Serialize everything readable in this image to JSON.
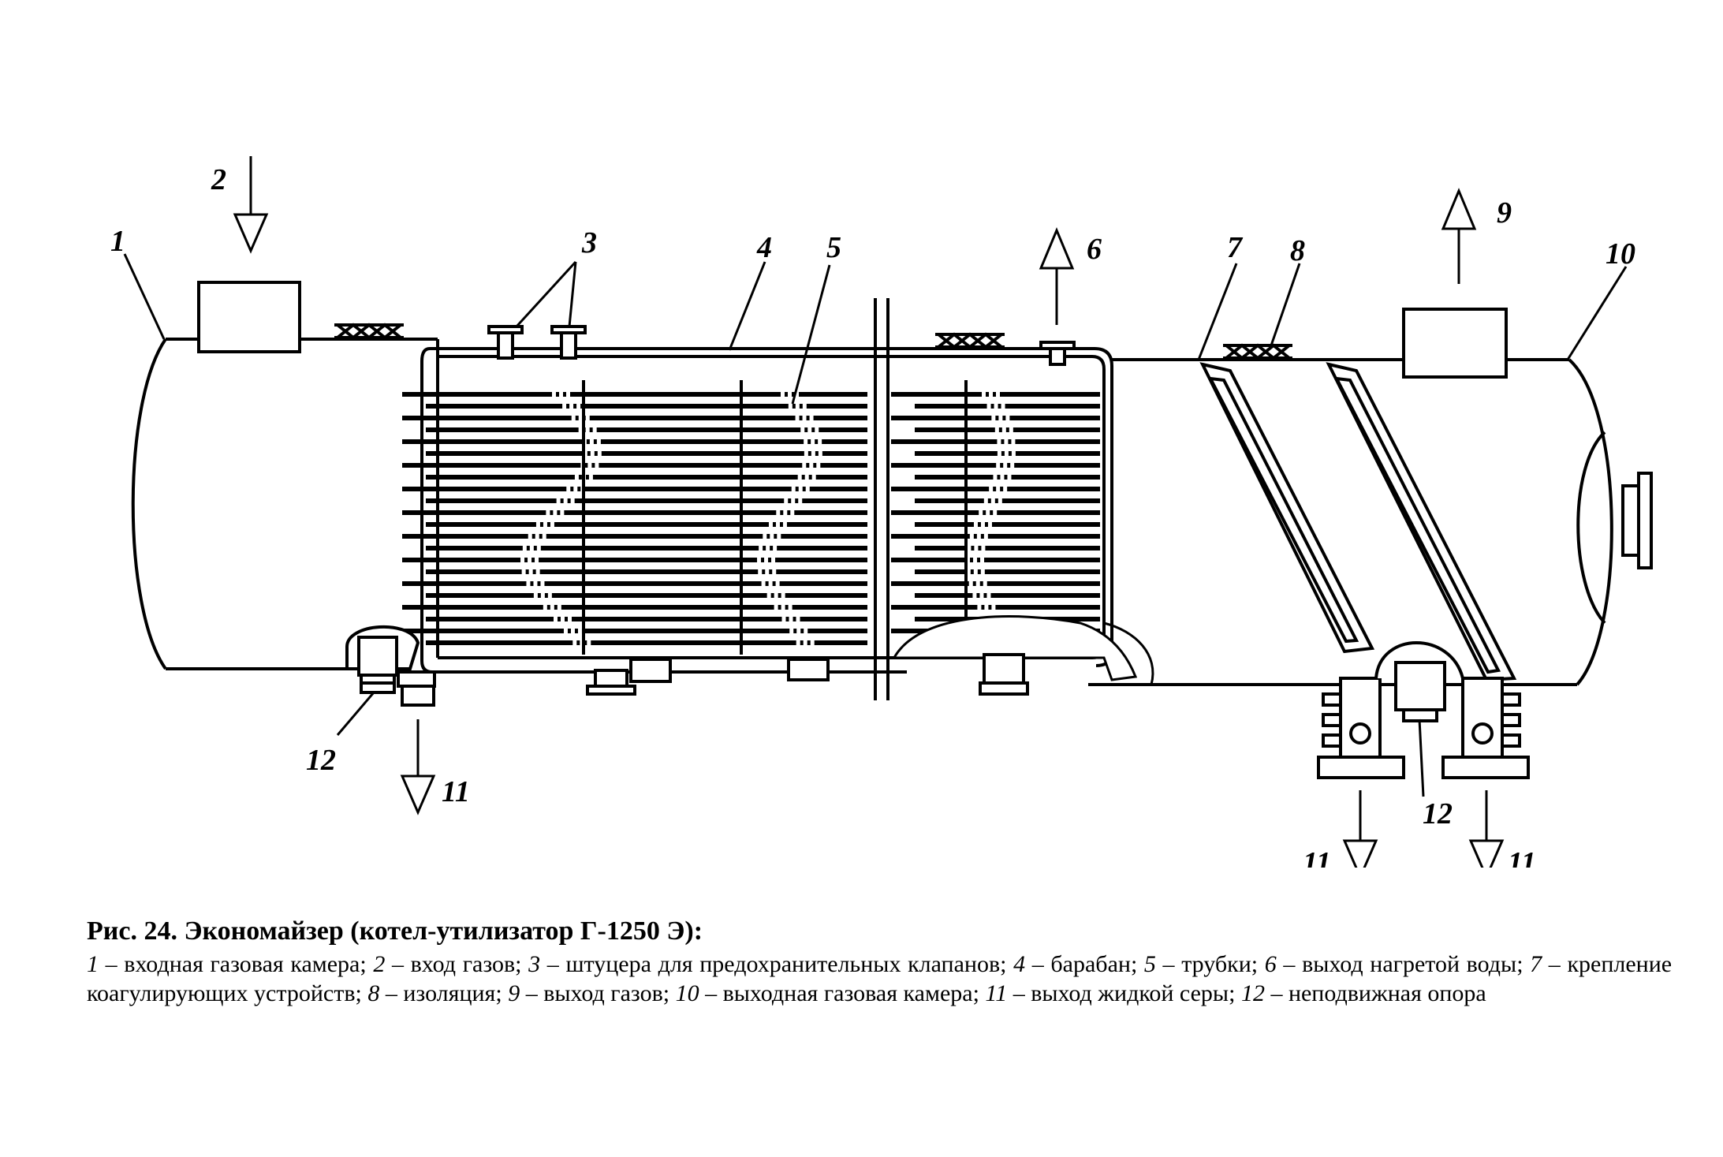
{
  "figure": {
    "title": "Рис. 24. Экономайзер (котел-утилизатор Г-1250 Э):",
    "legend": [
      {
        "num": "1",
        "text": "входная газовая камера"
      },
      {
        "num": "2",
        "text": "вход газов"
      },
      {
        "num": "3",
        "text": "штуцера для предохранительных клапанов"
      },
      {
        "num": "4",
        "text": "барабан"
      },
      {
        "num": "5",
        "text": "трубки"
      },
      {
        "num": "6",
        "text": "выход нагретой воды"
      },
      {
        "num": "7",
        "text": "крепление коагулирующих устройств"
      },
      {
        "num": "8",
        "text": "изоляция"
      },
      {
        "num": "9",
        "text": "выход газов"
      },
      {
        "num": "10",
        "text": "выходная газовая камера"
      },
      {
        "num": "11",
        "text": "выход жидкой серы"
      },
      {
        "num": "12",
        "text": "неподвижная опора"
      }
    ]
  },
  "labels": {
    "l1": "1",
    "l2": "2",
    "l3": "3",
    "l4": "4",
    "l5": "5",
    "l6": "6",
    "l7": "7",
    "l8": "8",
    "l9": "9",
    "l10": "10",
    "l11": "11",
    "l12": "12"
  }
}
